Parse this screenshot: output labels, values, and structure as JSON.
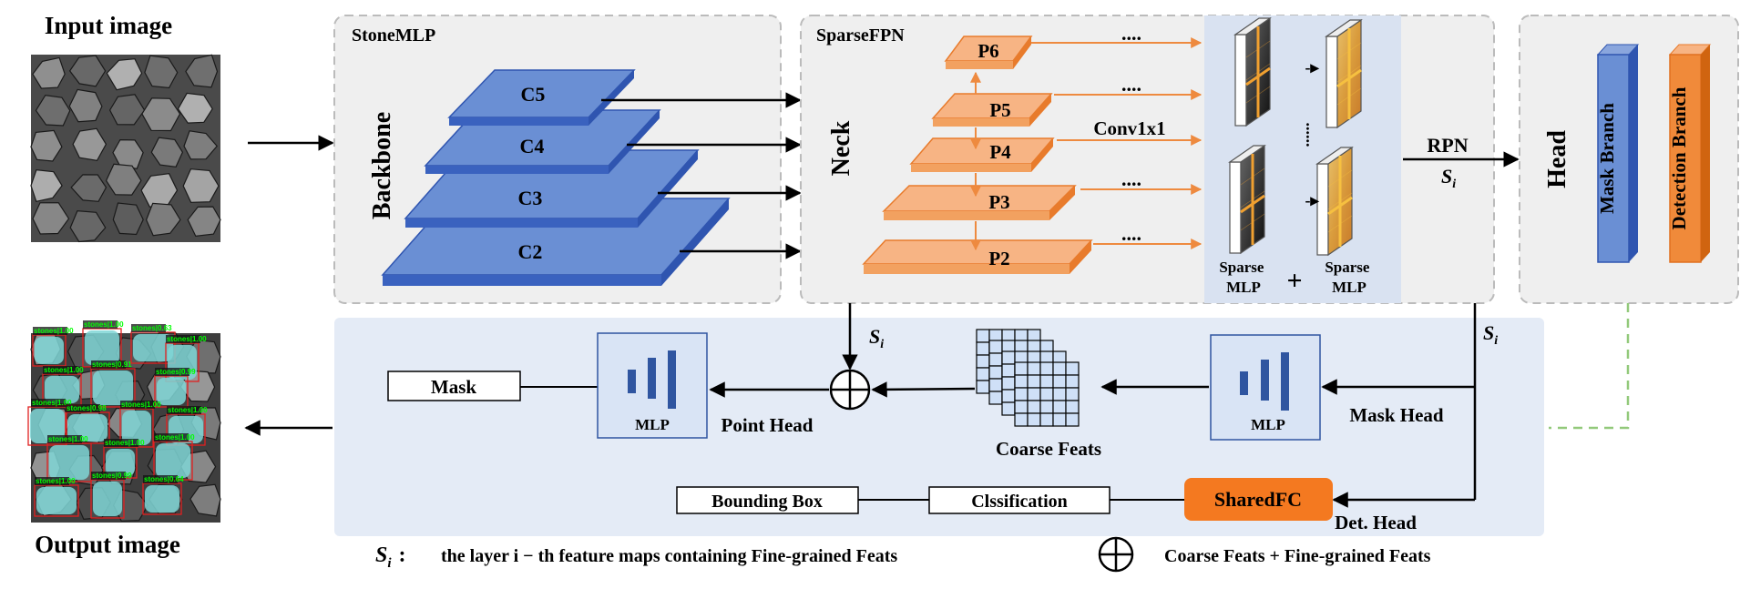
{
  "input_title": "Input image",
  "output_title": "Output image",
  "stone_mlp": {
    "title": "StoneMLP",
    "backbone": "Backbone",
    "layers": [
      "C5",
      "C4",
      "C3",
      "C2"
    ]
  },
  "sparse_fpn": {
    "title": "SparseFPN",
    "neck": "Neck",
    "layers": [
      "P6",
      "P5",
      "P4",
      "P3",
      "P2"
    ],
    "conv": "Conv1x1",
    "dots": "....",
    "vdots": "......",
    "sparse_mlp": "Sparse MLP",
    "plus": "+",
    "arrow_head": "-▸"
  },
  "rpn": {
    "label": "RPN",
    "si": "S",
    "sub": "i"
  },
  "head": {
    "title": "Head",
    "mask_branch": "Mask Branch",
    "detection_branch": "Detection Branch"
  },
  "lower": {
    "mask": "Mask",
    "mlp": "MLP",
    "point_head": "Point Head",
    "coarse_feats": "Coarse Feats",
    "mask_head": "Mask Head",
    "bounding_box": "Bounding Box",
    "classification": "Clssification",
    "shared_fc": "SharedFC",
    "det_head": "Det. Head",
    "si": "S",
    "sub": "i"
  },
  "legend": {
    "si_sym": "S",
    "si_sub": "i",
    "si_colon": ":",
    "si_desc": "the layer i − th feature maps containing Fine-grained Feats",
    "oplus_desc": "Coarse Feats + Fine-grained Feats"
  },
  "output_labels": [
    "stones|1.00",
    "stones|1.00",
    "stones|0.63",
    "stones|1.00",
    "stones|1.00",
    "stones|0.91",
    "stones|0.99",
    "stones|1.00",
    "stones|0.98",
    "stones|1.00",
    "stones|1.00",
    "stones|1.00",
    "stones|1.00",
    "stones|1.00",
    "stones|1.00",
    "stones|0.99",
    "stones|0.64"
  ],
  "colors": {
    "blue_face": "#6a8fd4",
    "blue_side": "#2f55b0",
    "orange_face": "#f7b484",
    "orange_side": "#e87b2c",
    "orange_arrow": "#ee8a3f",
    "panel_gray": "#efefef",
    "panel_blue": "#e4ebf6",
    "shared_fc": "#f47920",
    "mlp_bar": "#2f55a0"
  }
}
